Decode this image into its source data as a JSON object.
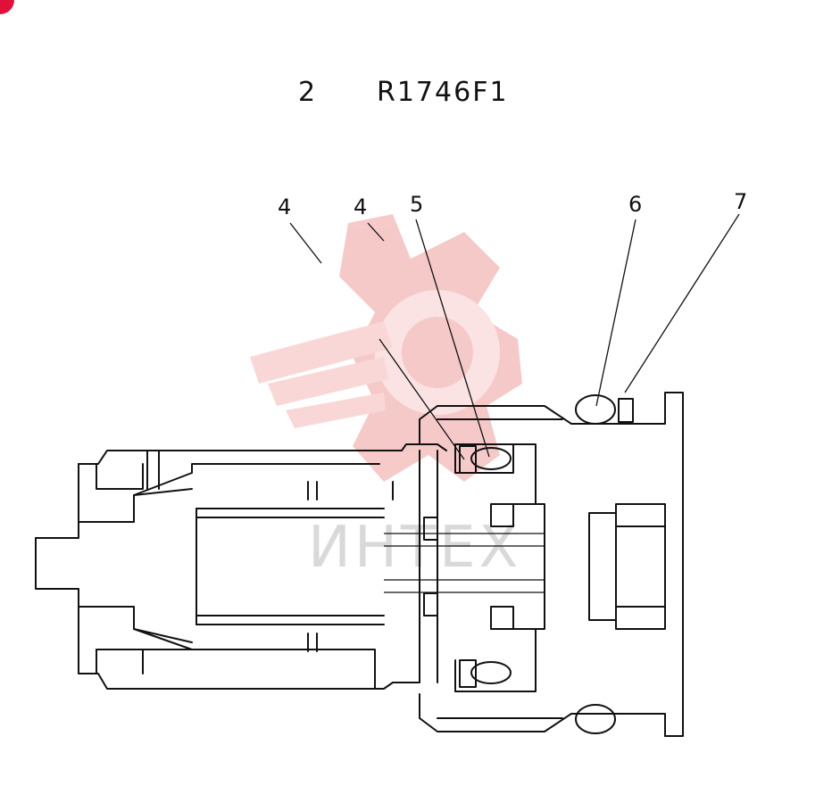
{
  "title": {
    "number": "2",
    "code": "R1746F1"
  },
  "callouts": [
    "4",
    "4",
    "5",
    "6",
    "7"
  ],
  "watermark": {
    "text": "ИНТЕХ",
    "color": "#f6c4c4",
    "text_color": "#d9d9d9"
  },
  "icons": {
    "corner_mark": "red-circle-icon",
    "logo": "gear-logo-icon"
  },
  "colors": {
    "line": "#111111",
    "corner_mark": "#e0103a"
  }
}
